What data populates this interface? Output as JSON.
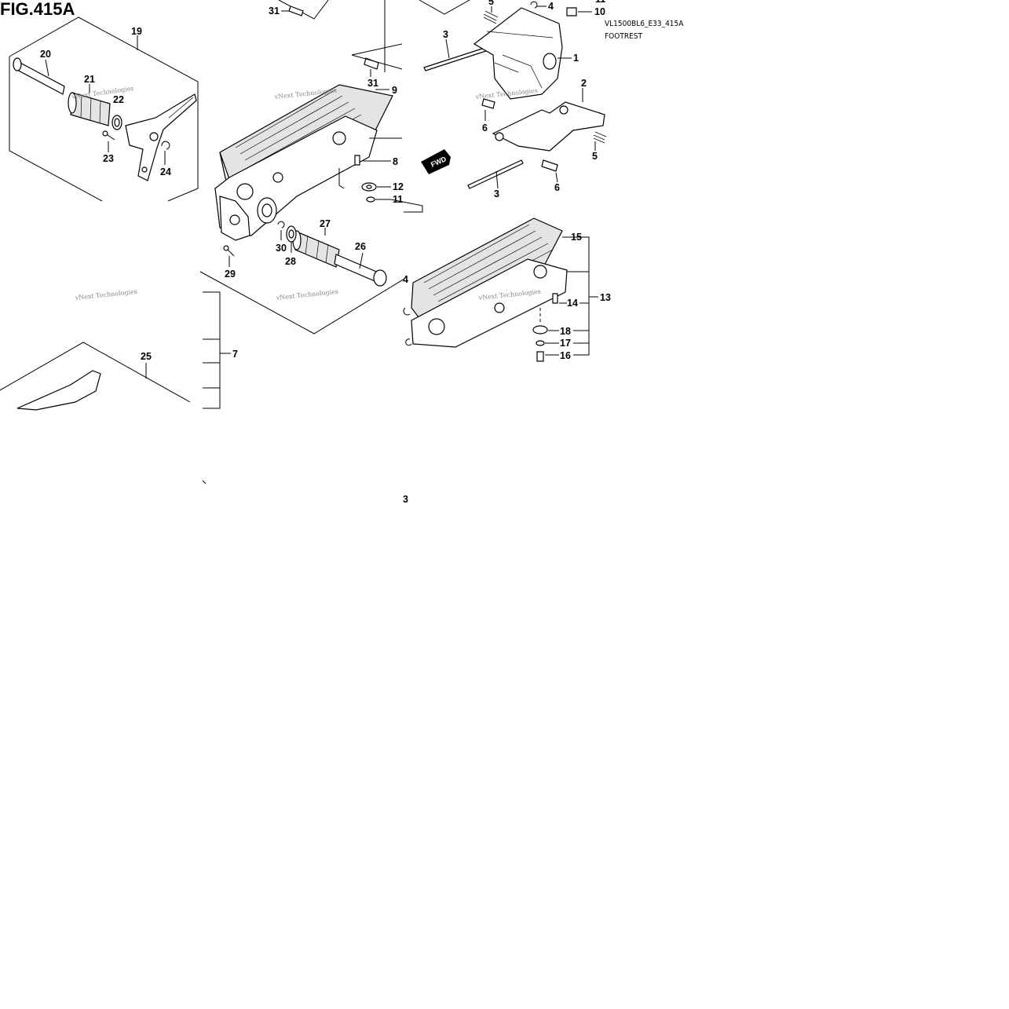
{
  "figure": {
    "title": "FIG.415A",
    "model_code": "VL1500BL6_E33_415A",
    "section": "FOOTREST"
  },
  "watermark": "vNext Technologies",
  "callouts": [
    "1",
    "2",
    "3",
    "3",
    "4",
    "4",
    "5",
    "5",
    "6",
    "6",
    "7",
    "8",
    "9",
    "10",
    "11",
    "11",
    "12",
    "13",
    "14",
    "15",
    "16",
    "17",
    "18",
    "19",
    "20",
    "21",
    "22",
    "23",
    "24",
    "25",
    "26",
    "27",
    "28",
    "29",
    "30",
    "31",
    "31"
  ],
  "badge": "FWD"
}
